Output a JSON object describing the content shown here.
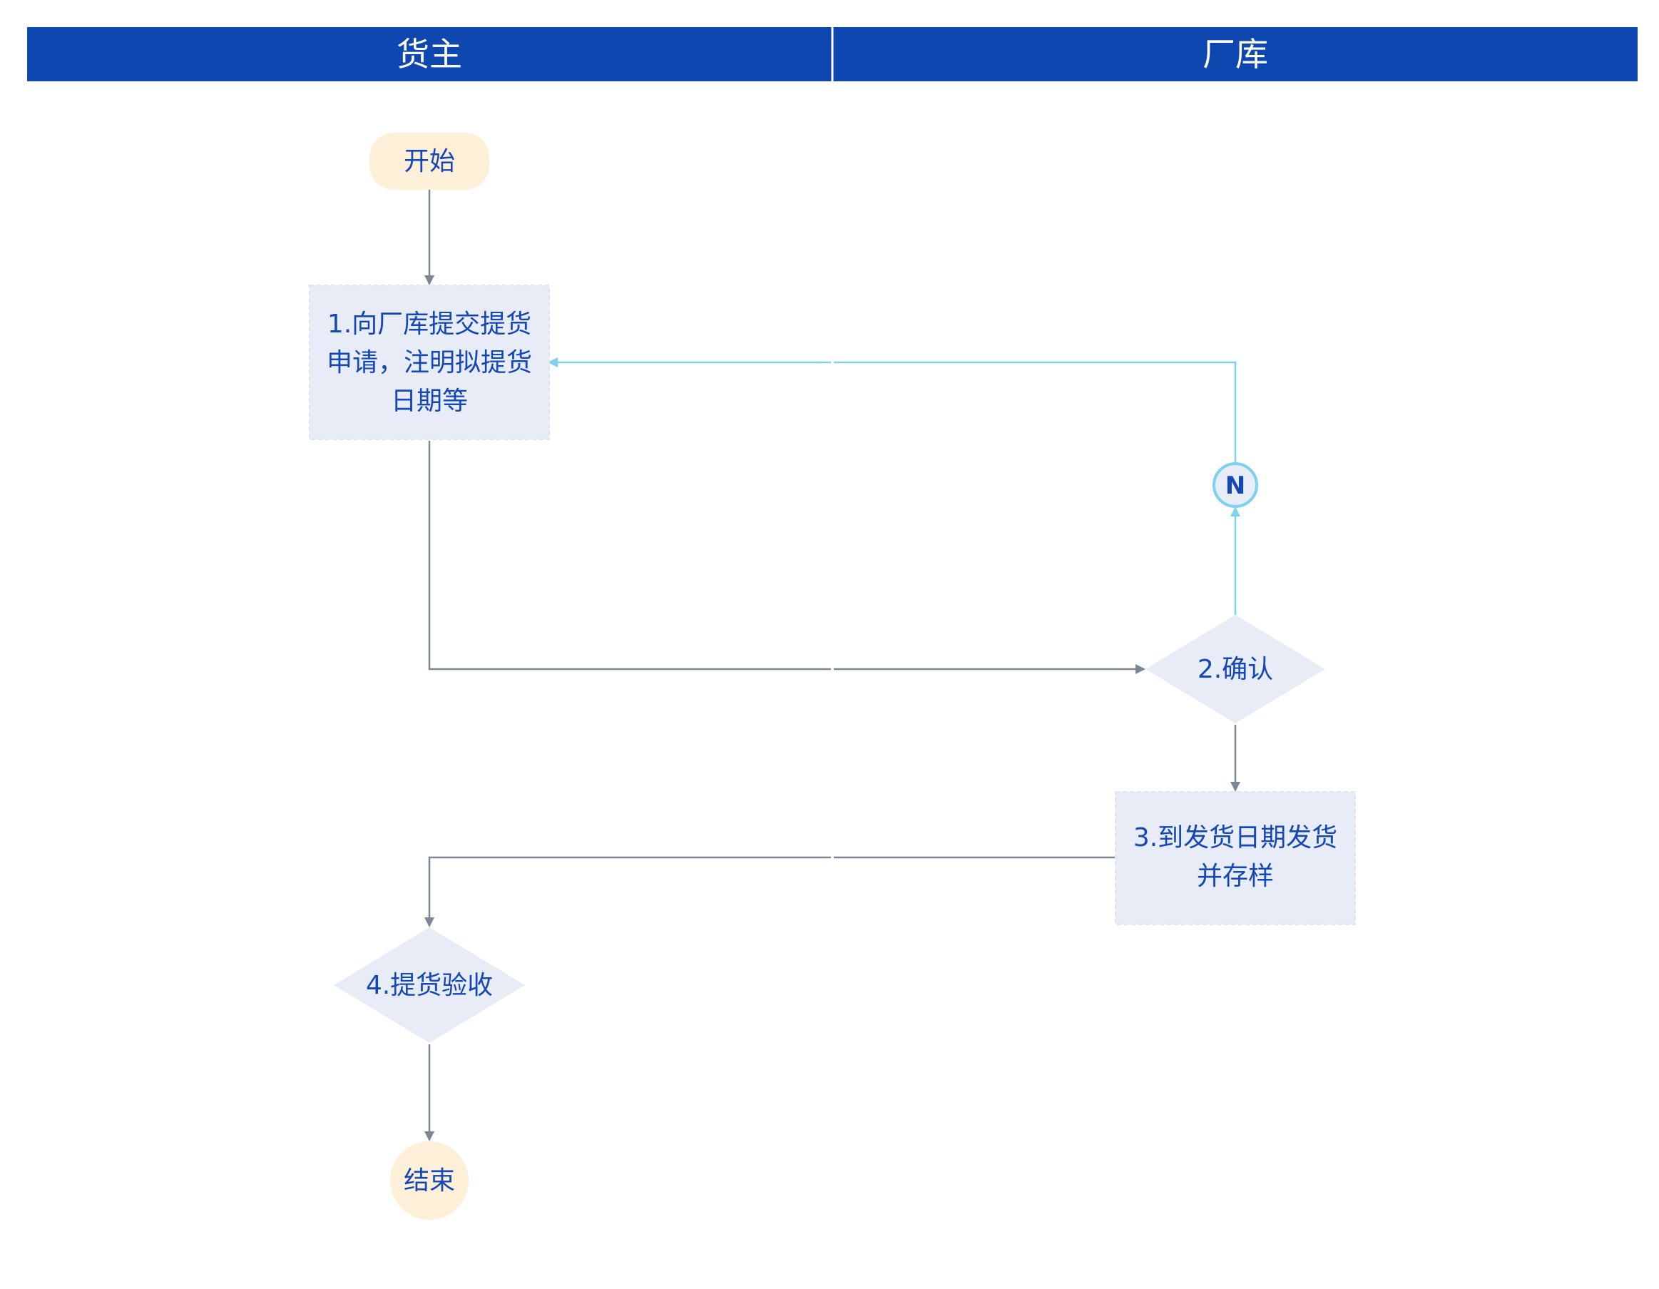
{
  "lanes": [
    {
      "label": "货主"
    },
    {
      "label": "厂库"
    }
  ],
  "nodes": {
    "start": {
      "label": "开始"
    },
    "step1": {
      "lines": [
        "1.向厂库提交提货",
        "申请，注明拟提货",
        "日期等"
      ]
    },
    "step2": {
      "label": "2.确认"
    },
    "step3": {
      "lines": [
        "3.到发货日期发货",
        "并存样"
      ]
    },
    "step4": {
      "label": "4.提货验收"
    },
    "end": {
      "label": "结束"
    }
  },
  "decision_no_label": "N",
  "colors": {
    "header_bg": "#0f47b0",
    "header_text": "#ffffff",
    "process_fill": "#e8ecf7",
    "terminal_fill": "#fdefd8",
    "text": "#1447b8",
    "connector": "#7b8794",
    "loop_connector": "#7dd3ee"
  }
}
